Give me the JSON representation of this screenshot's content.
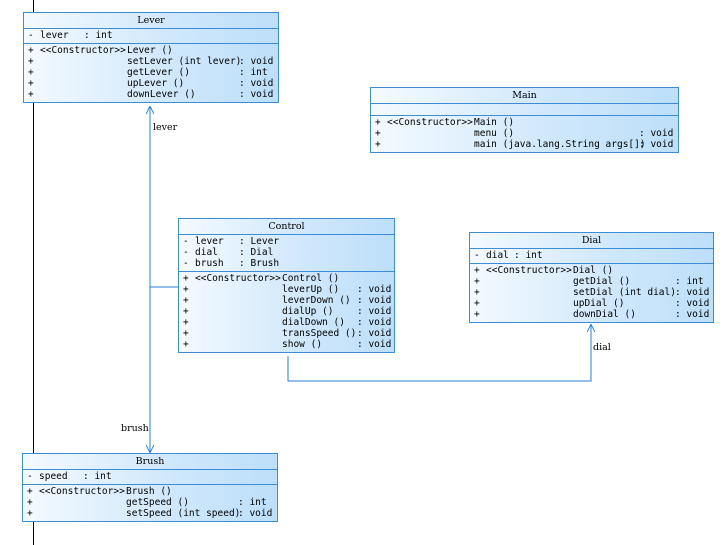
{
  "classes": {
    "lever": {
      "name": "Lever",
      "attributes": [
        {
          "vis": "-",
          "name": "lever",
          "type": ": int"
        }
      ],
      "operations": [
        {
          "vis": "+",
          "stereo": "<<Constructor>>",
          "sig": "Lever ()",
          "ret": ""
        },
        {
          "vis": "+",
          "stereo": "",
          "sig": "setLever (int lever)",
          "ret": ": void"
        },
        {
          "vis": "+",
          "stereo": "",
          "sig": "getLever ()",
          "ret": ": int"
        },
        {
          "vis": "+",
          "stereo": "",
          "sig": "upLever ()",
          "ret": ": void"
        },
        {
          "vis": "+",
          "stereo": "",
          "sig": "downLever ()",
          "ret": ": void"
        }
      ]
    },
    "main": {
      "name": "Main",
      "attributes": [],
      "operations": [
        {
          "vis": "+",
          "stereo": "<<Constructor>>",
          "sig": "Main ()",
          "ret": ""
        },
        {
          "vis": "+",
          "stereo": "",
          "sig": "menu ()",
          "ret": ": void"
        },
        {
          "vis": "+",
          "stereo": "",
          "sig": "main (java.lang.String args[])",
          "ret": ": void"
        }
      ]
    },
    "control": {
      "name": "Control",
      "attributes": [
        {
          "vis": "-",
          "name": "lever",
          "type": ": Lever"
        },
        {
          "vis": "-",
          "name": "dial",
          "type": ": Dial"
        },
        {
          "vis": "-",
          "name": "brush",
          "type": ": Brush"
        }
      ],
      "operations": [
        {
          "vis": "+",
          "stereo": "<<Constructor>>",
          "sig": "Control ()",
          "ret": ""
        },
        {
          "vis": "+",
          "stereo": "",
          "sig": "leverUp ()",
          "ret": ": void"
        },
        {
          "vis": "+",
          "stereo": "",
          "sig": "leverDown ()",
          "ret": ": void"
        },
        {
          "vis": "+",
          "stereo": "",
          "sig": "dialUp ()",
          "ret": ": void"
        },
        {
          "vis": "+",
          "stereo": "",
          "sig": "dialDown ()",
          "ret": ": void"
        },
        {
          "vis": "+",
          "stereo": "",
          "sig": "transSpeed ()",
          "ret": ": void"
        },
        {
          "vis": "+",
          "stereo": "",
          "sig": "show ()",
          "ret": ": void"
        }
      ]
    },
    "dial": {
      "name": "Dial",
      "attributes": [
        {
          "vis": "-",
          "name": "dial",
          "type": ": int"
        }
      ],
      "operations": [
        {
          "vis": "+",
          "stereo": "<<Constructor>>",
          "sig": "Dial ()",
          "ret": ""
        },
        {
          "vis": "+",
          "stereo": "",
          "sig": "getDial ()",
          "ret": ": int"
        },
        {
          "vis": "+",
          "stereo": "",
          "sig": "setDial (int dial)",
          "ret": ": void"
        },
        {
          "vis": "+",
          "stereo": "",
          "sig": "upDial ()",
          "ret": ": void"
        },
        {
          "vis": "+",
          "stereo": "",
          "sig": "downDial ()",
          "ret": ": void"
        }
      ]
    },
    "brush": {
      "name": "Brush",
      "attributes": [
        {
          "vis": "-",
          "name": "speed",
          "type": ": int"
        }
      ],
      "operations": [
        {
          "vis": "+",
          "stereo": "<<Constructor>>",
          "sig": "Brush ()",
          "ret": ""
        },
        {
          "vis": "+",
          "stereo": "",
          "sig": "getSpeed ()",
          "ret": ": int"
        },
        {
          "vis": "+",
          "stereo": "",
          "sig": "setSpeed (int speed)",
          "ret": ": void"
        }
      ]
    }
  },
  "associations": {
    "lever": "lever",
    "dial": "dial",
    "brush": "brush"
  },
  "colors": {
    "border": "#3c8dd6",
    "connector": "#2a7fd6"
  }
}
